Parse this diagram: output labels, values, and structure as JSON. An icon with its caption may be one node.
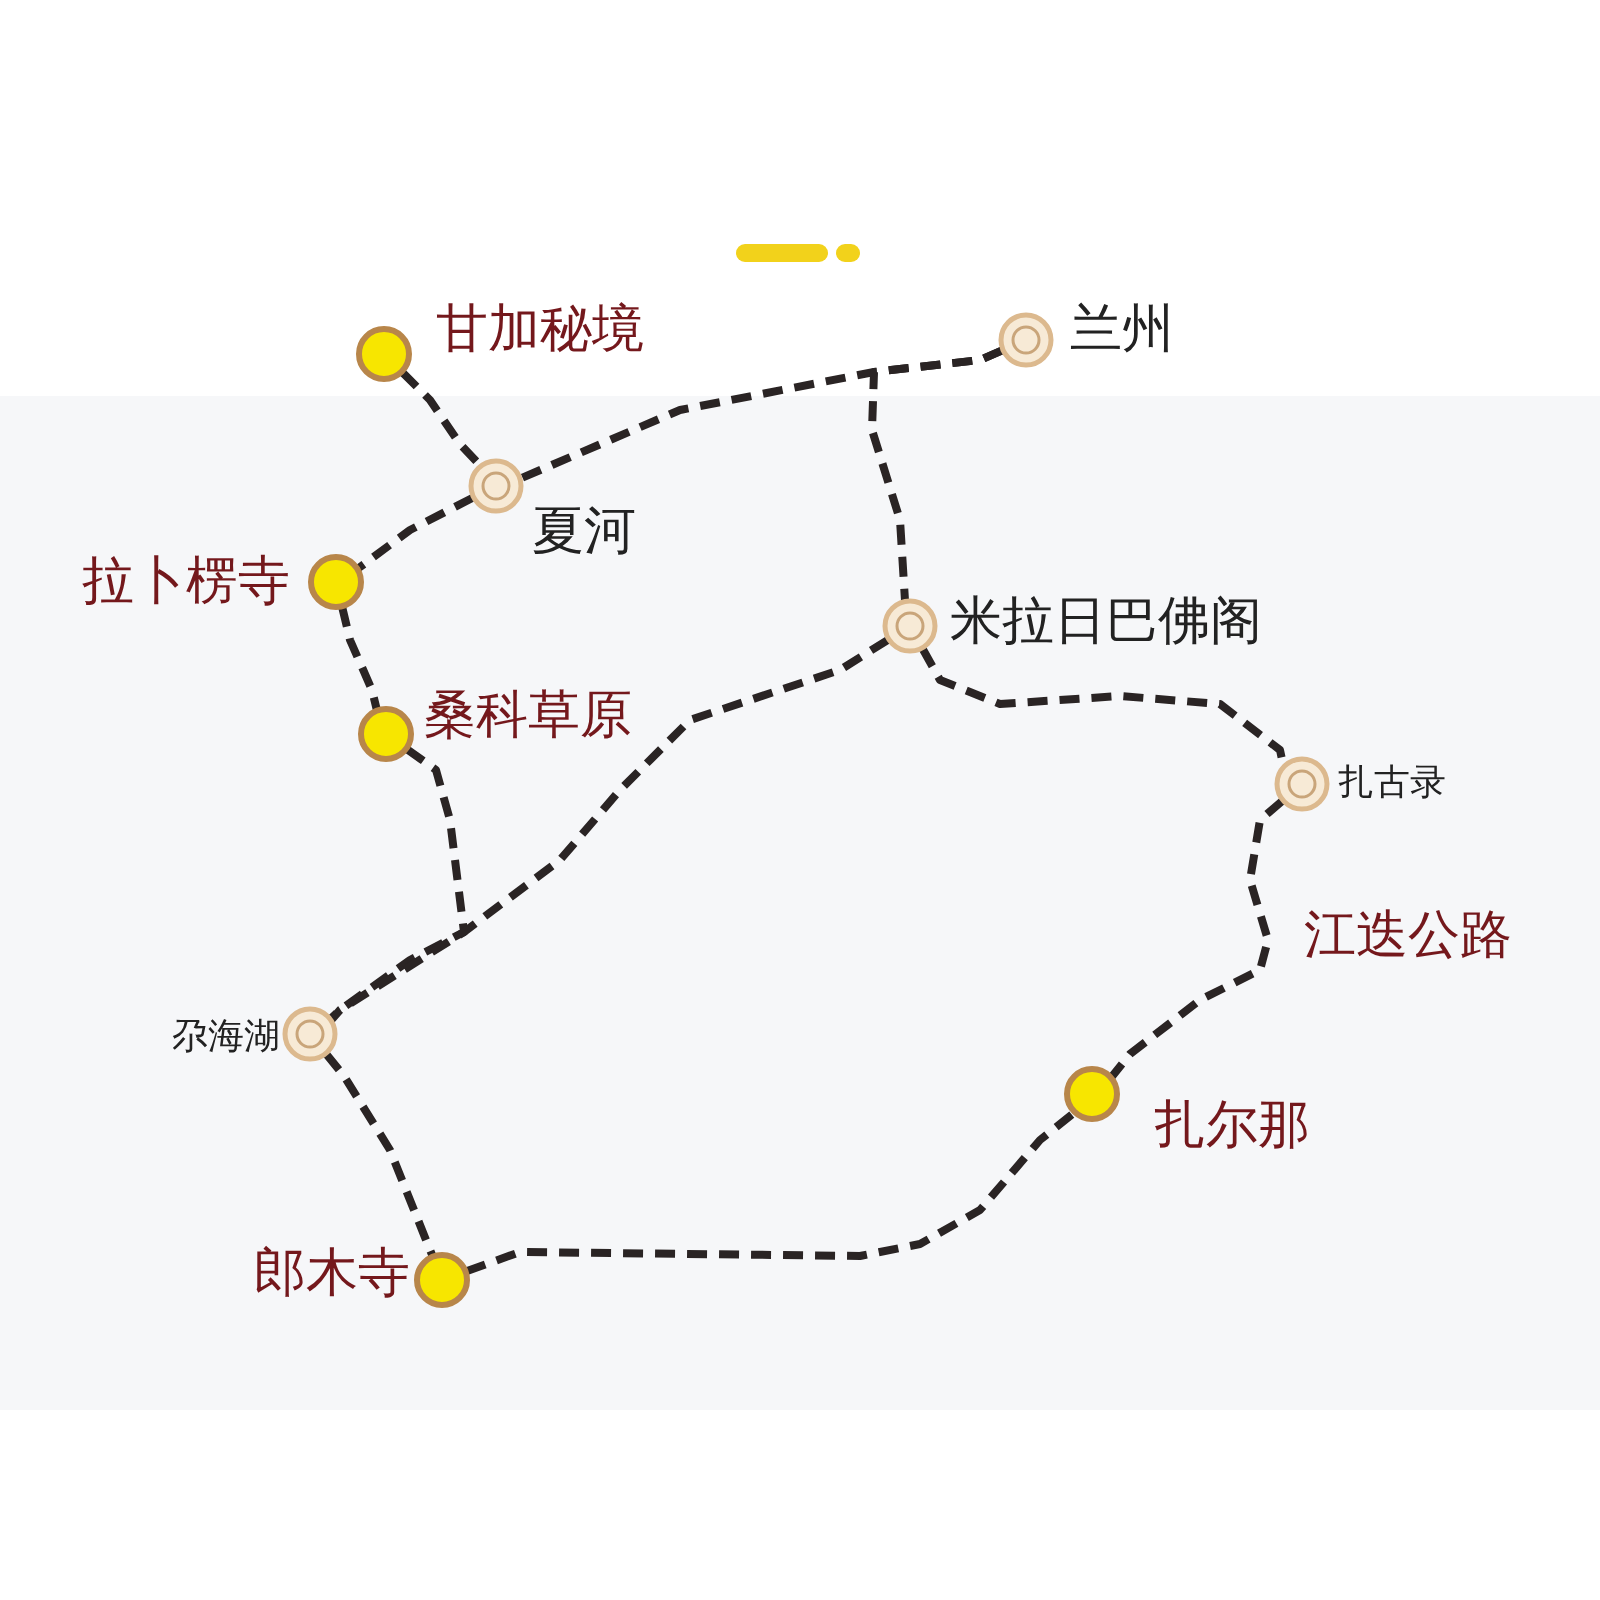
{
  "diagram": {
    "nodes": [
      {
        "text": [
          "甘加秘境"
        ]
      },
      {
        "text": [
          "兰州"
        ]
      },
      {
        "text": [
          "夏河"
        ]
      },
      {
        "text": [
          "拉卜楞寺"
        ]
      },
      {
        "text": [
          "米拉日巴佛阁"
        ]
      },
      {
        "text": [
          "桑科草原"
        ]
      },
      {
        "text": [
          "扎古录"
        ]
      },
      {
        "text": [
          "尕海湖"
        ]
      },
      {
        "text": [
          "扎尔那"
        ]
      },
      {
        "text": [
          "郎木寺"
        ]
      }
    ],
    "edges": [
      {
        "from": 0,
        "to": 2,
        "arrow": "none"
      },
      {
        "from": 1,
        "to": 2,
        "arrow": "none"
      },
      {
        "from": 1,
        "to": 4,
        "arrow": "none"
      },
      {
        "from": 2,
        "to": 3,
        "arrow": "none"
      },
      {
        "from": 3,
        "to": 5,
        "arrow": "none"
      },
      {
        "from": 5,
        "to": 7,
        "arrow": "none"
      },
      {
        "from": 4,
        "to": 7,
        "arrow": "none"
      },
      {
        "from": 4,
        "to": 6,
        "arrow": "none"
      },
      {
        "from": 6,
        "to": 8,
        "arrow": "none"
      },
      {
        "from": 7,
        "to": 9,
        "arrow": "none"
      },
      {
        "from": 9,
        "to": 8,
        "arrow": "none"
      }
    ],
    "labels": [
      "江迭公路"
    ]
  }
}
